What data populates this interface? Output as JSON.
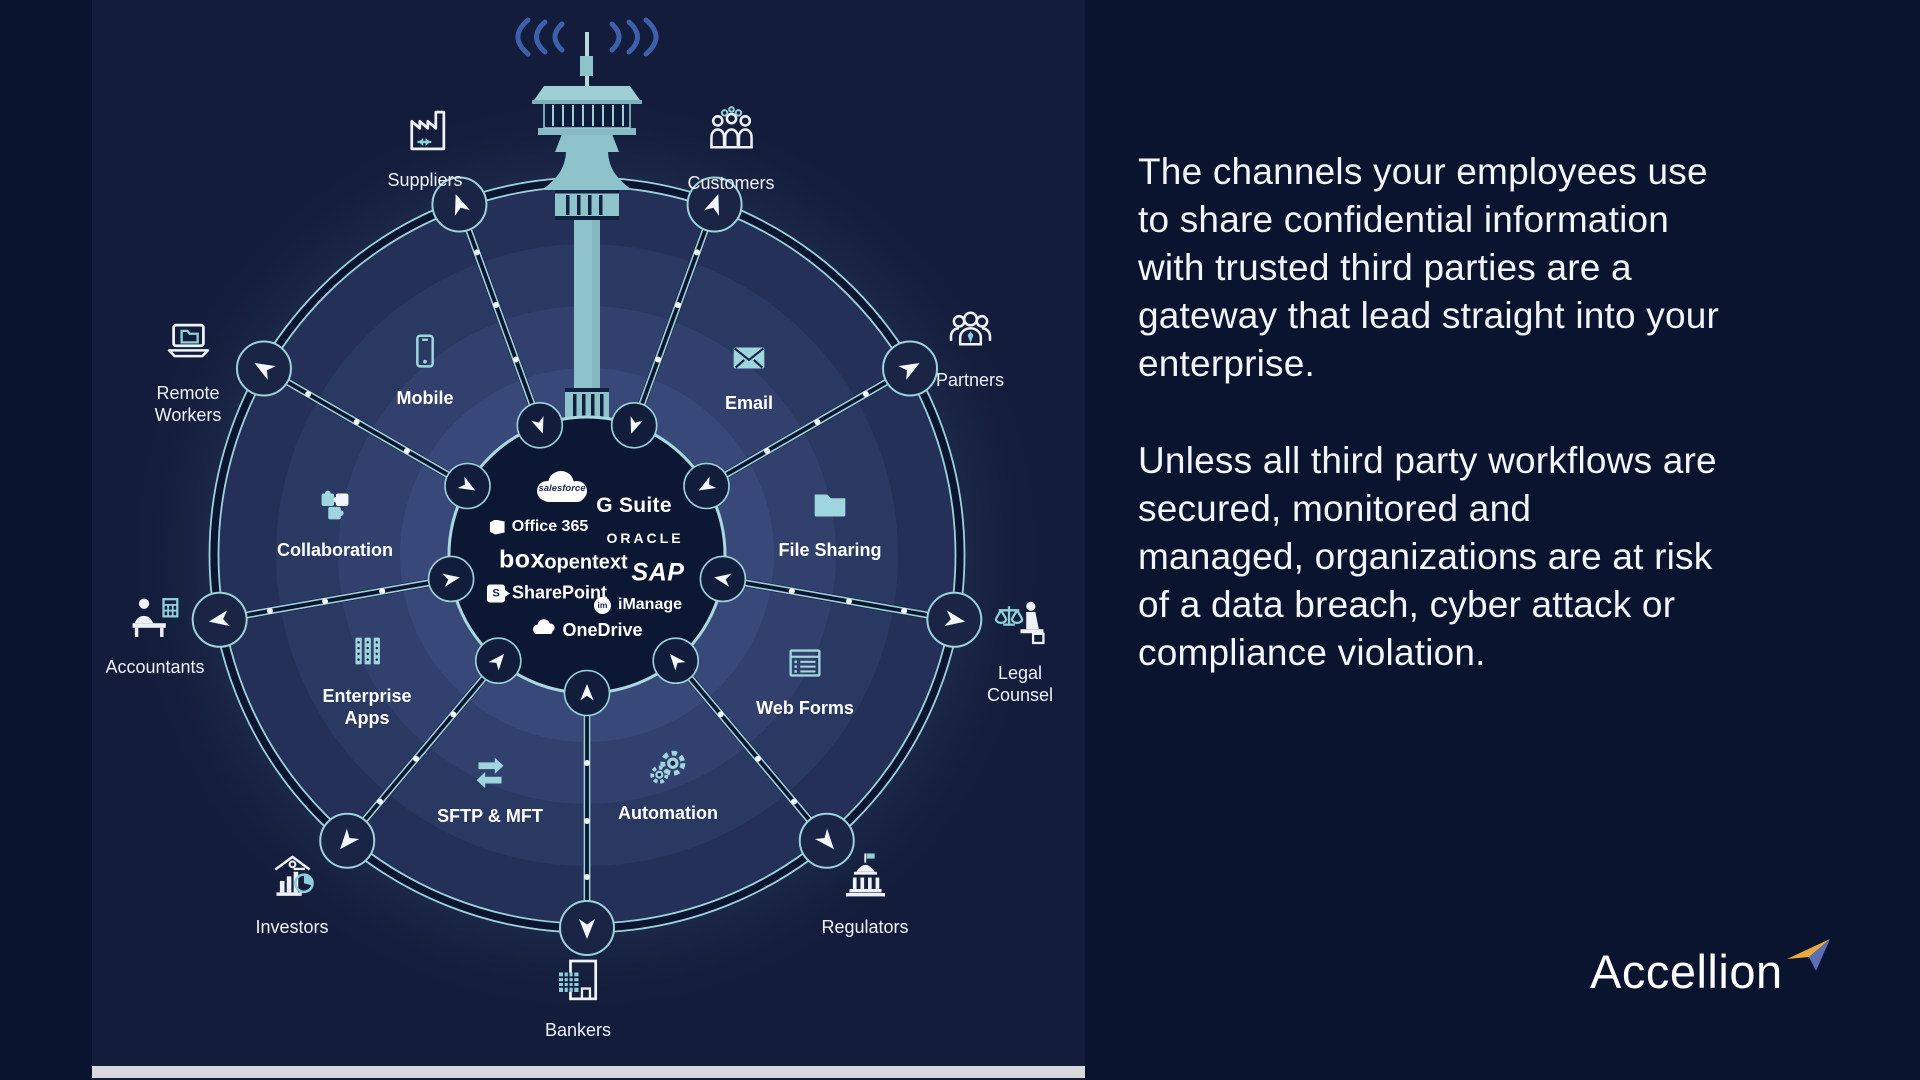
{
  "colors": {
    "accent_teal": "#9bd2da",
    "background_navy": "#0a142e",
    "brand_gold": "#eaa93c"
  },
  "diagram": {
    "tower_label": "control-tower",
    "channels": [
      {
        "label": "Mobile"
      },
      {
        "label": "Email"
      },
      {
        "label": "Collaboration"
      },
      {
        "label": "File Sharing"
      },
      {
        "label": "Enterprise Apps"
      },
      {
        "label": "Web Forms"
      },
      {
        "label": "SFTP & MFT"
      },
      {
        "label": "Automation"
      }
    ],
    "parties": [
      {
        "label": "Suppliers"
      },
      {
        "label": "Customers"
      },
      {
        "label": "Partners"
      },
      {
        "label": "Legal Counsel"
      },
      {
        "label": "Regulators"
      },
      {
        "label": "Bankers"
      },
      {
        "label": "Investors"
      },
      {
        "label": "Accountants"
      },
      {
        "label": "Remote Workers"
      }
    ],
    "hub_logos": [
      {
        "name": "salesforce",
        "text": "salesforce"
      },
      {
        "name": "g-suite",
        "text": "G Suite"
      },
      {
        "name": "office-365",
        "text": "Office 365"
      },
      {
        "name": "oracle",
        "text": "ORACLE"
      },
      {
        "name": "box",
        "text": "box"
      },
      {
        "name": "opentext",
        "text": "opentext"
      },
      {
        "name": "sap",
        "text": "SAP"
      },
      {
        "name": "sharepoint",
        "text": "SharePoint",
        "glyph": "S"
      },
      {
        "name": "imanage",
        "text": "iManage",
        "glyph": "im"
      },
      {
        "name": "onedrive",
        "text": "OneDrive"
      }
    ]
  },
  "right_panel": {
    "paragraph1": "The channels your employees use\nto share confidential information\nwith trusted third parties are a\ngateway that lead straight into your\nenterprise.",
    "paragraph2": "Unless all third party workflows are\nsecured, monitored and\nmanaged, organizations are at risk\nof a data breach, cyber attack or\ncompliance violation.",
    "brand": "Accellion"
  }
}
